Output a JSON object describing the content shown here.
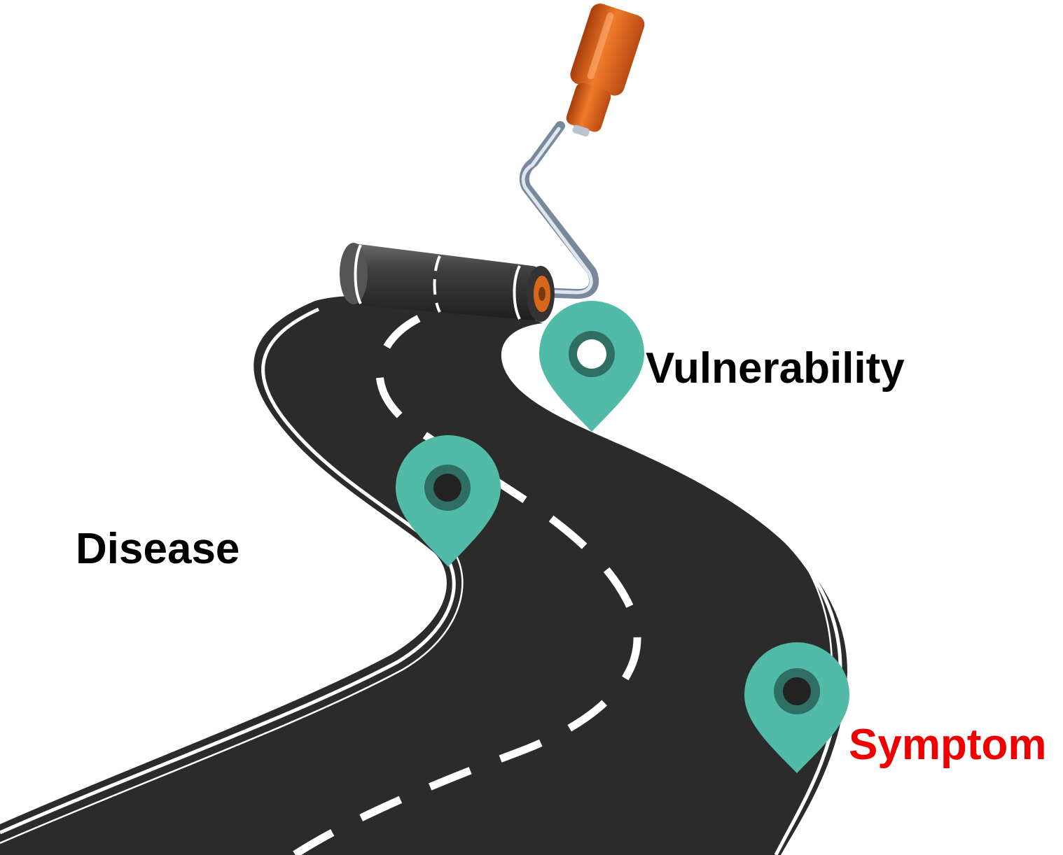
{
  "labels": {
    "vulnerability": "Vulnerability",
    "disease": "Disease",
    "symptom": "Symptom"
  },
  "colors": {
    "vulnerability_text": "#000000",
    "disease_text": "#000000",
    "symptom_text": "#ee0000",
    "pin": "#52bba8",
    "pin_ring": "#2f6e63",
    "asphalt": "#2b2b2b",
    "road_lines": "#ffffff",
    "handle": "#e8651a"
  },
  "icons": {
    "pins": [
      "map-pin-icon",
      "map-pin-icon",
      "map-pin-icon"
    ],
    "tool": "paint-roller-icon"
  }
}
